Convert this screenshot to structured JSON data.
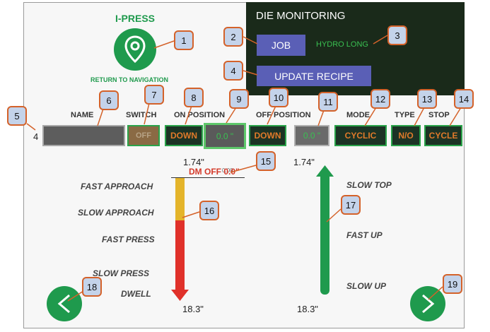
{
  "header": {
    "title": "I-PRESS",
    "nav_label": "RETURN TO NAVIGATION"
  },
  "panel": {
    "title": "DIE MONITORING",
    "job_label": "JOB",
    "recipe_name": "HYDRO LONG",
    "update_label": "UPDATE RECIPE"
  },
  "columns": {
    "name": "NAME",
    "switch": "SWITCH",
    "on_position": "ON POSITION",
    "off_position": "OFF POSITION",
    "mode": "MODE",
    "type": "TYPE",
    "stop": "STOP"
  },
  "row": {
    "index": "4",
    "name_value": "",
    "switch": "OFF",
    "on_direction": "DOWN",
    "on_value": "0.0 \"",
    "off_direction": "DOWN",
    "off_value": "0.0 \"",
    "mode": "CYCLIC",
    "type": "N/O",
    "stop": "CYCLE"
  },
  "left_gauge": {
    "top_value": "1.74\"",
    "bottom_value": "18.3\"",
    "marker_text": "DM OFF 0.0\"",
    "marker_overlap": "0.00",
    "labels": [
      "FAST APPROACH",
      "SLOW APPROACH",
      "FAST PRESS",
      "SLOW PRESS",
      "DWELL"
    ]
  },
  "right_gauge": {
    "top_value": "1.74\"",
    "bottom_value": "18.3\"",
    "labels": [
      "SLOW TOP",
      "FAST UP",
      "SLOW UP"
    ]
  },
  "callouts": [
    "1",
    "2",
    "3",
    "4",
    "5",
    "6",
    "7",
    "8",
    "9",
    "10",
    "11",
    "12",
    "13",
    "14",
    "15",
    "16",
    "17",
    "18",
    "19"
  ],
  "colors": {
    "green": "#1f9a4d",
    "dark_panel": "#1a2a1a",
    "blue_button": "#5a5fb6",
    "orange_text": "#e07a2a",
    "yellow": "#e4b42a",
    "red": "#e0312a",
    "callout_border": "#d4622a",
    "callout_fill": "#c4d3ea"
  }
}
